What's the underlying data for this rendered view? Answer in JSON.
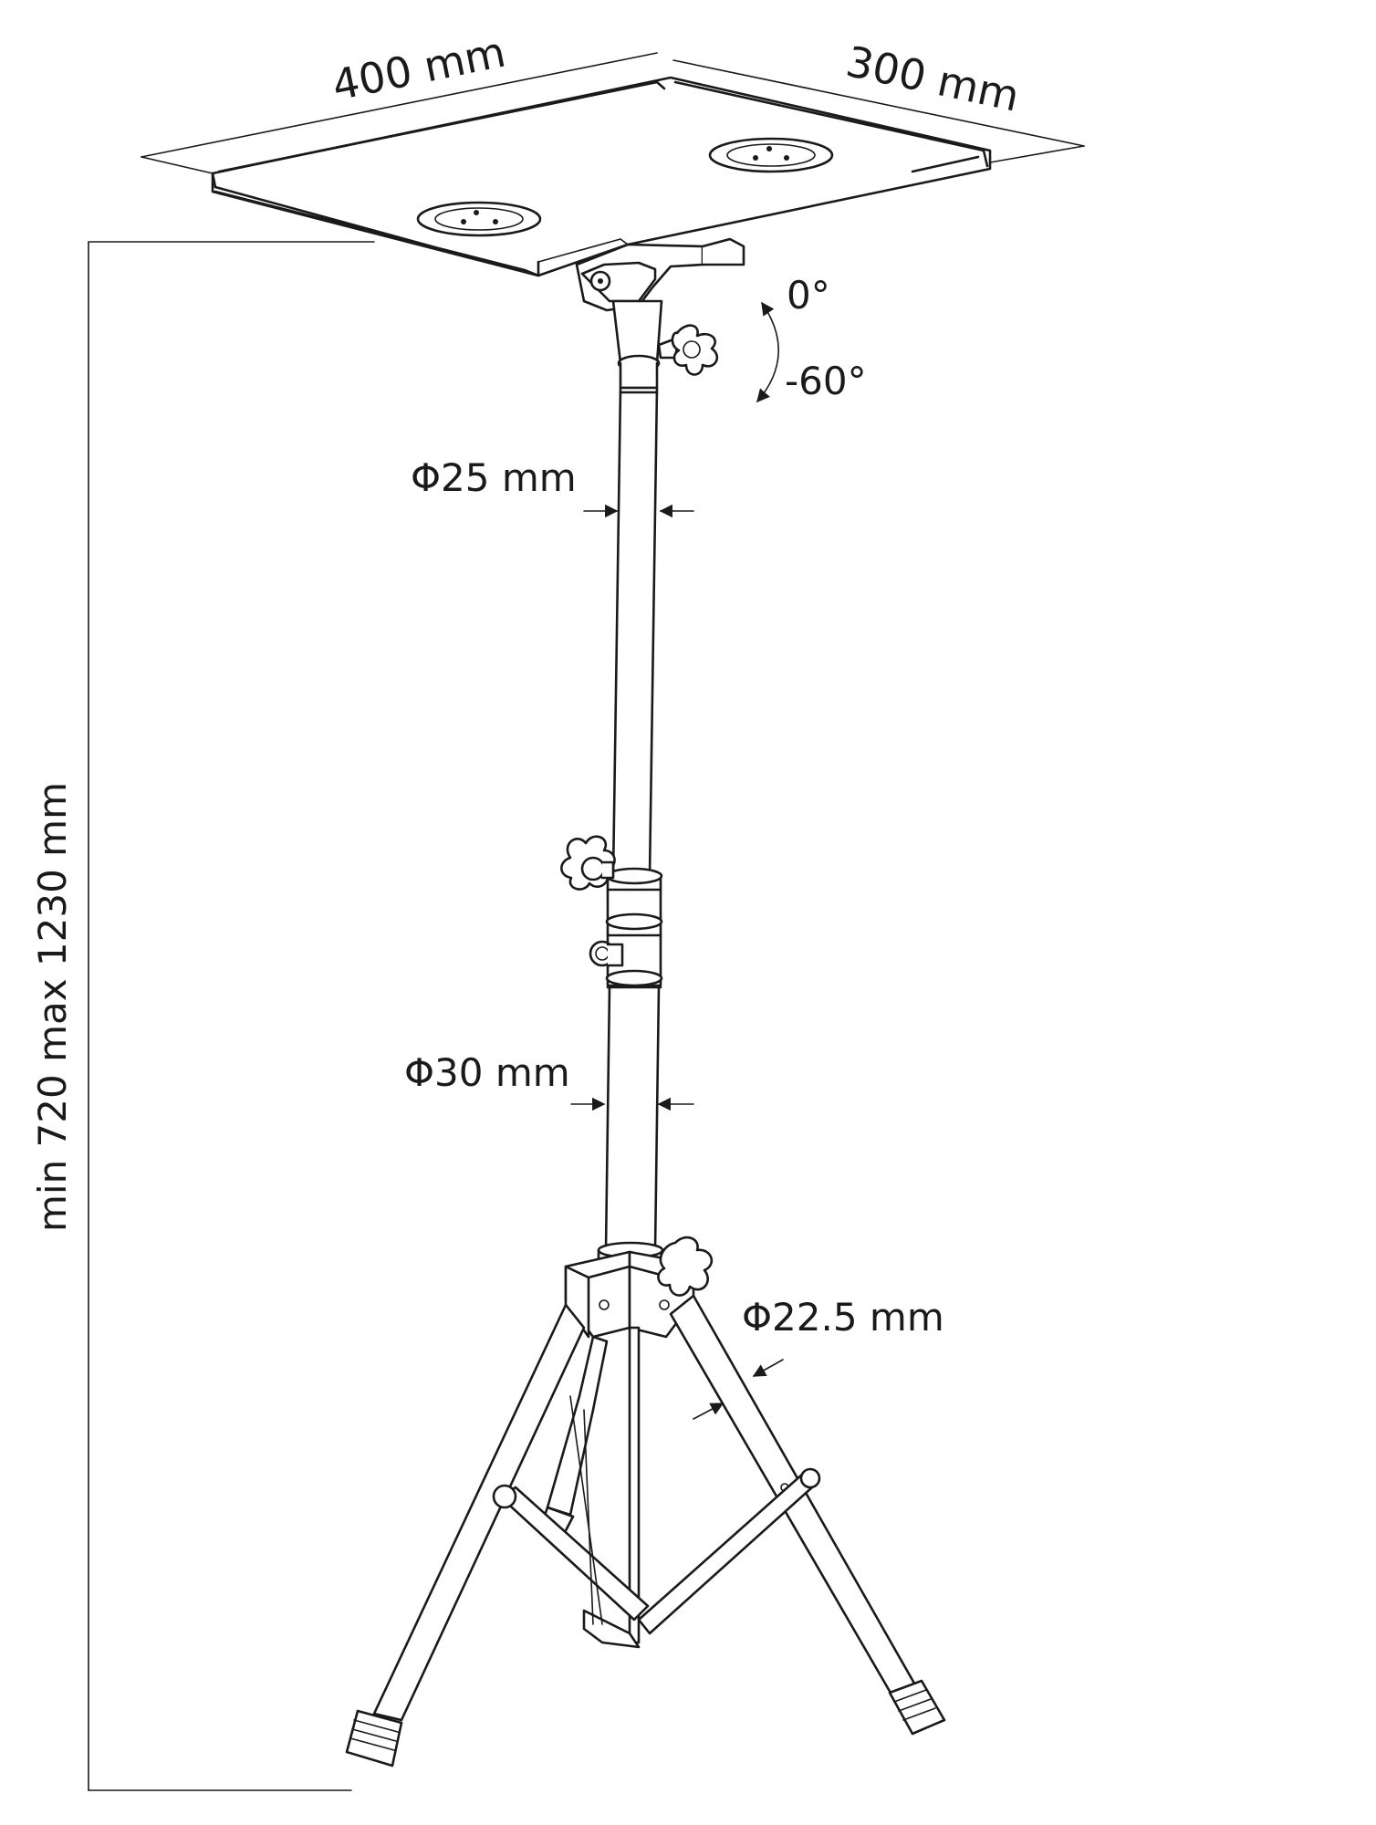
{
  "dimensions": {
    "tray_width": "400 mm",
    "tray_depth": "300 mm",
    "height_range": "min 720 max 1230 mm",
    "tilt_top": "0°",
    "tilt_bottom": "-60°",
    "upper_tube": "Φ25 mm",
    "lower_tube": "Φ30 mm",
    "leg_tube": "Φ22.5 mm"
  },
  "colors": {
    "line": "#1a1a1a",
    "background": "#ffffff"
  }
}
